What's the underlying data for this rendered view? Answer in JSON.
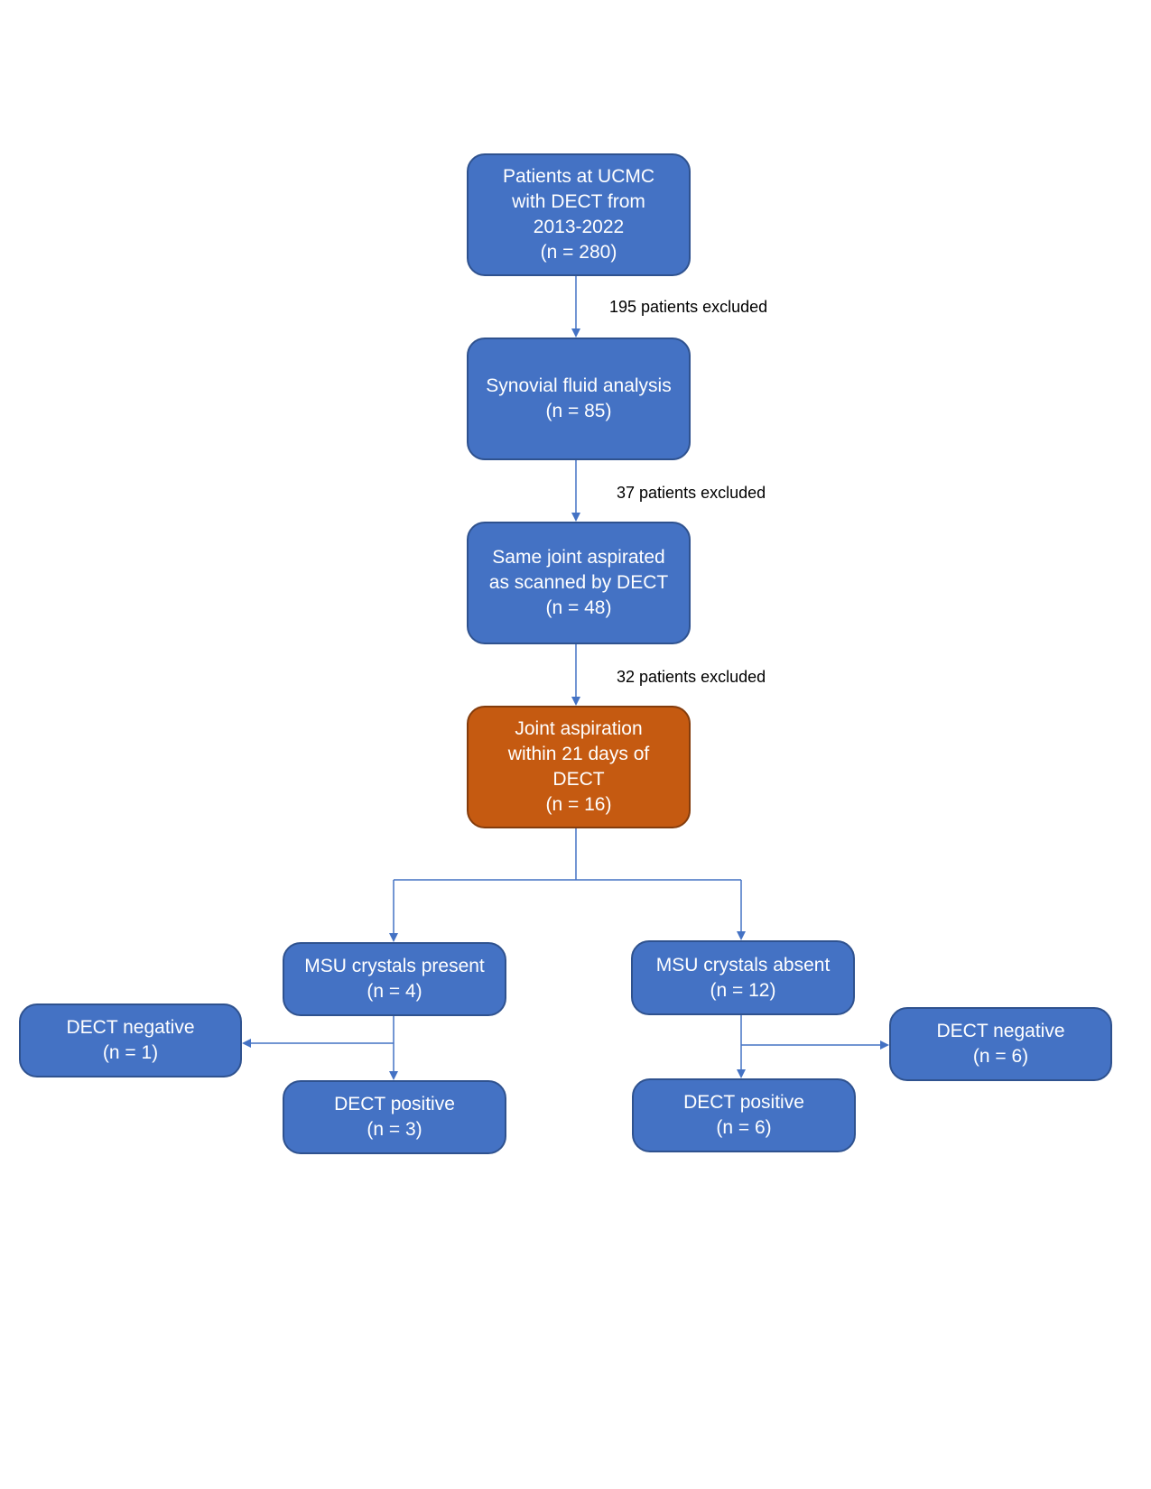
{
  "colors": {
    "box_fill": "#4472c4",
    "box_border": "#2f528f",
    "highlight_fill": "#c55a11",
    "highlight_border": "#843c0c",
    "arrow": "#4472c4"
  },
  "nodes": {
    "patients": {
      "lines": [
        "Patients at UCMC",
        "with DECT from",
        "2013-2022",
        "(n = 280)"
      ]
    },
    "synovial": {
      "lines": [
        "Synovial fluid analysis",
        "(n = 85)"
      ]
    },
    "same_joint": {
      "lines": [
        "Same joint aspirated",
        "as scanned by DECT",
        "(n = 48)"
      ]
    },
    "within21": {
      "lines": [
        "Joint aspiration",
        "within 21 days of",
        "DECT",
        "(n = 16)"
      ]
    },
    "msu_present": {
      "lines": [
        "MSU crystals present",
        "(n = 4)"
      ]
    },
    "msu_absent": {
      "lines": [
        "MSU crystals absent",
        "(n = 12)"
      ]
    },
    "present_negative": {
      "lines": [
        "DECT negative",
        "(n = 1)"
      ]
    },
    "present_positive": {
      "lines": [
        "DECT positive",
        "(n = 3)"
      ]
    },
    "absent_negative": {
      "lines": [
        "DECT negative",
        "(n = 6)"
      ]
    },
    "absent_positive": {
      "lines": [
        "DECT positive",
        "(n = 6)"
      ]
    }
  },
  "exclusions": {
    "first": "195 patients excluded",
    "second": "37 patients excluded",
    "third": "32 patients excluded"
  }
}
